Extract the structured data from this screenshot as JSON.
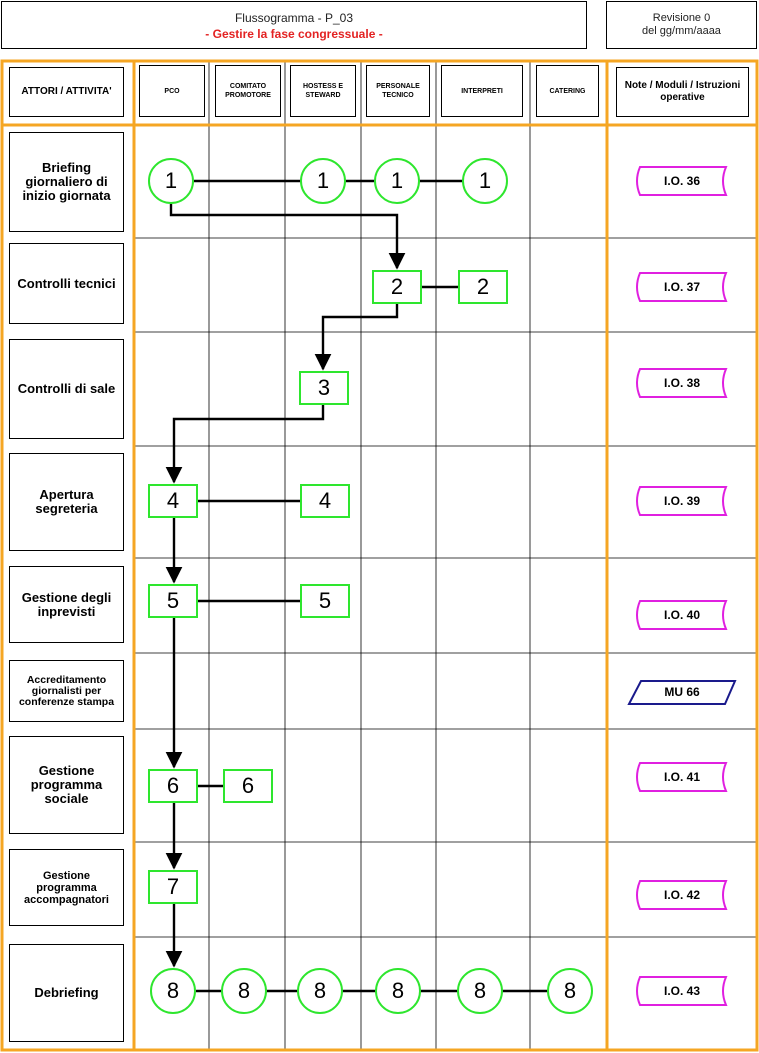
{
  "header": {
    "title": "Flussogramma - P_03",
    "subtitle": "- Gestire la fase congressuale -",
    "revision_line1": "Revisione 0",
    "revision_line2": "del gg/mm/aaaa"
  },
  "columns": {
    "activities": "ATTORI / ATTIVITA'",
    "actors": [
      "PCO",
      "COMITATO PROMOTORE",
      "HOSTESS E STEWARD",
      "PERSONALE TECNICO",
      "INTERPRETI",
      "CATERING"
    ],
    "notes": "Note / Moduli / Istruzioni operative"
  },
  "rows": [
    {
      "activity": "Briefing giornaliero di inizio giornata",
      "note": "I.O. 36",
      "note_type": "instruction"
    },
    {
      "activity": "Controlli tecnici",
      "note": "I.O. 37",
      "note_type": "instruction"
    },
    {
      "activity": "Controlli di sale",
      "note": "I.O. 38",
      "note_type": "instruction"
    },
    {
      "activity": "Apertura segreteria",
      "note": "I.O. 39",
      "note_type": "instruction"
    },
    {
      "activity": "Gestione degli inprevisti",
      "note": "I.O. 40",
      "note_type": "instruction"
    },
    {
      "activity": "Accreditamento giornalisti per conferenze stampa",
      "note": "MU 66",
      "note_type": "module"
    },
    {
      "activity": "Gestione programma sociale",
      "note": "I.O. 41",
      "note_type": "instruction"
    },
    {
      "activity": "Gestione programma accompagnatori",
      "note": "I.O. 42",
      "note_type": "instruction"
    },
    {
      "activity": "Debriefing",
      "note": "I.O. 43",
      "note_type": "instruction"
    }
  ],
  "nodes": {
    "n1_pco": "1",
    "n1_hostess": "1",
    "n1_tecnico": "1",
    "n1_interpreti": "1",
    "n2_tecnico": "2",
    "n2_interpreti": "2",
    "n3_hostess": "3",
    "n4_pco": "4",
    "n4_hostess": "4",
    "n5_pco": "5",
    "n5_hostess": "5",
    "n6_pco": "6",
    "n6_comitato": "6",
    "n7_pco": "7",
    "n8_pco": "8",
    "n8_comitato": "8",
    "n8_hostess": "8",
    "n8_tecnico": "8",
    "n8_interpreti": "8",
    "n8_catering": "8"
  },
  "colors": {
    "grid_frame": "#f5a623",
    "node_border": "#2ee62e",
    "title_accent": "#e32222",
    "instruction_border": "#e020e0",
    "module_border": "#1a1a8c"
  }
}
